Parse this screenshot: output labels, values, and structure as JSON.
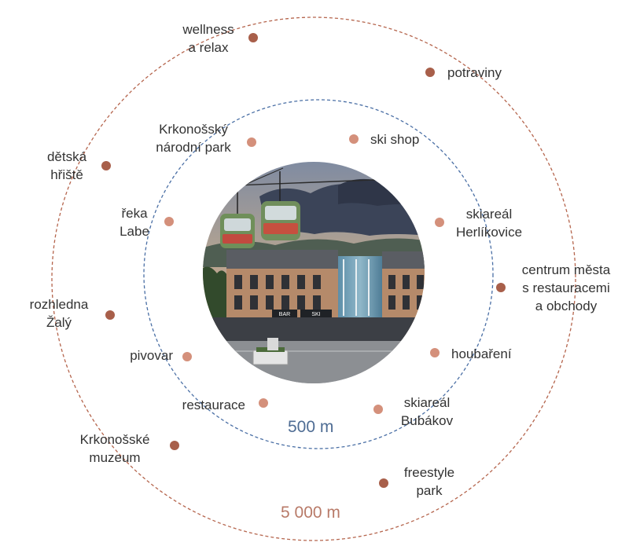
{
  "colors": {
    "inner_ring": "#4a6fa5",
    "outer_ring": "#b5654d",
    "inner_dot": "#d4907b",
    "outer_dot": "#a85f4a",
    "inner_distance_text": "#4f6d94",
    "outer_distance_text": "#b87a68",
    "label_text": "#333333"
  },
  "center_image": {
    "subject": "hotel building with ski gondola cabins under a dusky sky",
    "sign_text_left": "BAR",
    "sign_text_right": "SKI"
  },
  "rings": {
    "inner": {
      "distance_label": "500 m"
    },
    "outer": {
      "distance_label": "5 000 m"
    }
  },
  "inner_places": [
    {
      "id": "krkonossky-narodni-park",
      "lines": [
        "Krkonošský",
        "národní park"
      ]
    },
    {
      "id": "ski-shop",
      "lines": [
        "ski shop"
      ]
    },
    {
      "id": "reka-labe",
      "lines": [
        "řeka",
        "Labe"
      ]
    },
    {
      "id": "skiareal-herlikovice",
      "lines": [
        "skiareál",
        "Herlíkovice"
      ]
    },
    {
      "id": "pivovar",
      "lines": [
        "pivovar"
      ]
    },
    {
      "id": "houbareni",
      "lines": [
        "houbaření"
      ]
    },
    {
      "id": "restaurace",
      "lines": [
        "restaurace"
      ]
    },
    {
      "id": "skiareal-bubakov",
      "lines": [
        "skiareál",
        "Bubákov"
      ]
    }
  ],
  "outer_places": [
    {
      "id": "wellness-a-relax",
      "lines": [
        "wellness",
        "a relax"
      ]
    },
    {
      "id": "potraviny",
      "lines": [
        "potraviny"
      ]
    },
    {
      "id": "detska-hriste",
      "lines": [
        "dětská",
        "hřiště"
      ]
    },
    {
      "id": "centrum-mesta",
      "lines": [
        "centrum města",
        "s restauracemi",
        "a obchody"
      ]
    },
    {
      "id": "rozhledna-zaly",
      "lines": [
        "rozhledna",
        "Žalý"
      ]
    },
    {
      "id": "krkonosske-muzeum",
      "lines": [
        "Krkonošské",
        "muzeum"
      ]
    },
    {
      "id": "freestyle-park",
      "lines": [
        "freestyle",
        "park"
      ]
    }
  ]
}
